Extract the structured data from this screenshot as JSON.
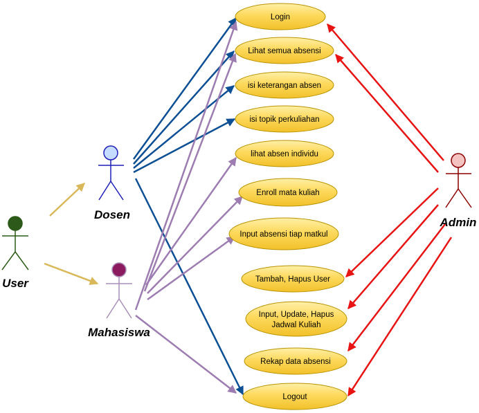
{
  "actors": {
    "user": {
      "label": "User",
      "color": "#2a5a16",
      "fill": "#2d5a1b"
    },
    "dosen": {
      "label": "Dosen",
      "color": "#1f1fb8",
      "fill": "#c5dcff"
    },
    "mahasiswa": {
      "label": "Mahasiswa",
      "color": "#a98fb5",
      "fill": "#8b1a5e"
    },
    "admin": {
      "label": "Admin",
      "color": "#8b0000",
      "fill": "#f5c2c2"
    }
  },
  "use_cases": [
    {
      "id": "login",
      "label": "Login"
    },
    {
      "id": "lihat-semua-absensi",
      "label": "Lihat semua absensi"
    },
    {
      "id": "isi-keterangan-absen",
      "label": "isi keterangan absen"
    },
    {
      "id": "isi-topik-perkuliahan",
      "label": "isi topik perkuliahan"
    },
    {
      "id": "lihat-absen-individu",
      "label": "lihat absen individu"
    },
    {
      "id": "enroll-mata-kuliah",
      "label": "Enroll mata kuliah"
    },
    {
      "id": "input-absensi-tiap-matkul",
      "label": "Input absensi tiap matkul"
    },
    {
      "id": "tambah-hapus-user",
      "label": "Tambah, Hapus User"
    },
    {
      "id": "input-update-hapus-jadwal",
      "label": "Input, Update, Hapus",
      "label2": "Jadwal Kuliah"
    },
    {
      "id": "rekap-data-absensi",
      "label": "Rekap data absensi"
    },
    {
      "id": "logout",
      "label": "Logout"
    }
  ],
  "colors": {
    "usecase_fill": "#fdd95c",
    "usecase_stroke": "#b89200",
    "dosen_arrow": "#0d4f94",
    "mahasiswa_arrow": "#9c7cb1",
    "admin_arrow": "#e81414",
    "generalization_arrow": "#d9b85a"
  }
}
